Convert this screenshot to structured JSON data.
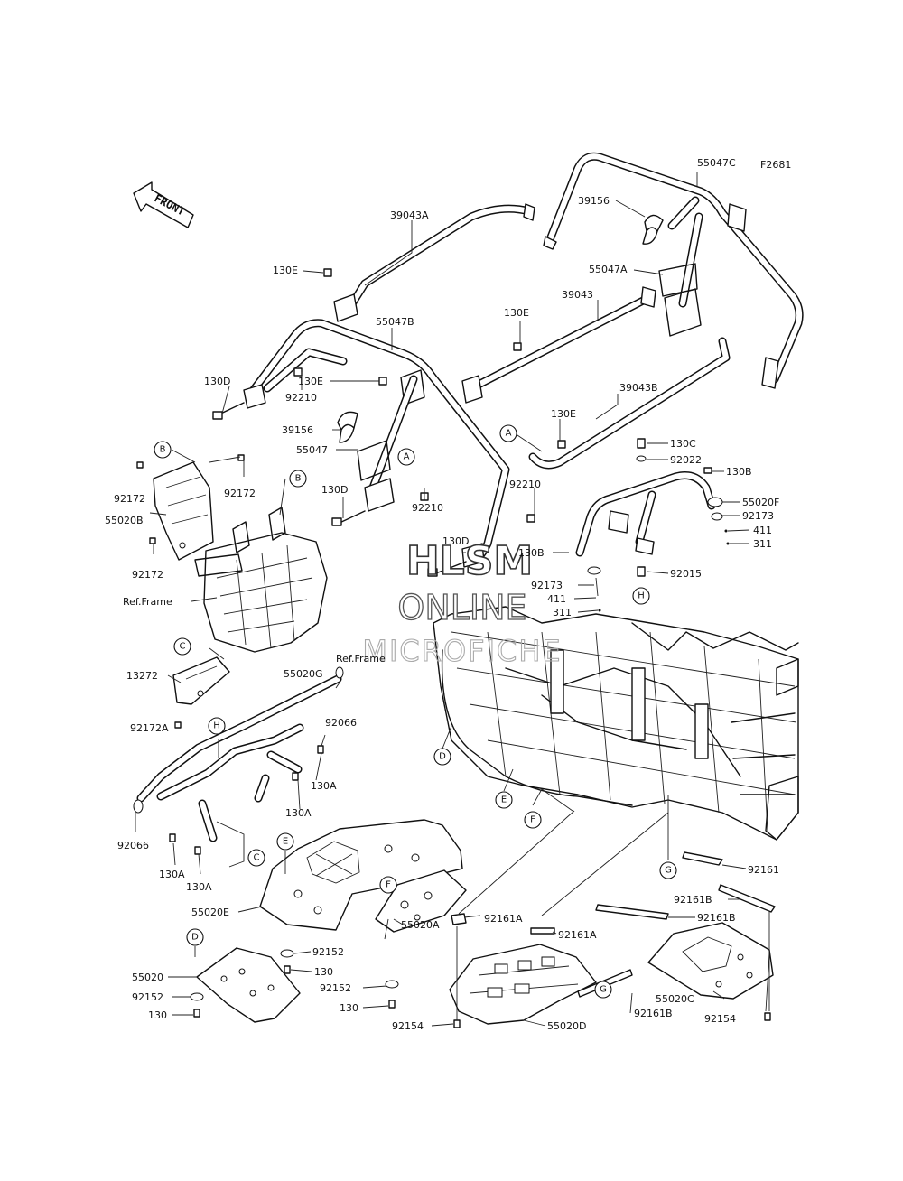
{
  "figure_code": "F2681",
  "front_label": "FRONT",
  "ref_frame_label": "Ref.Frame",
  "watermark": {
    "line1": "HLSM",
    "line2": "ONLINE",
    "line3": "MICROFICHE"
  },
  "reference_circles": [
    "A",
    "B",
    "C",
    "D",
    "E",
    "F",
    "G",
    "H"
  ],
  "part_labels": {
    "p55047C": "55047C",
    "p39043A": "39043A",
    "p39156_top": "39156",
    "p130E_1": "130E",
    "p55047A": "55047A",
    "p39043": "39043",
    "p55047B": "55047B",
    "p130E_2": "130E",
    "p130D_1": "130D",
    "p92210_1": "92210",
    "p130E_3": "130E",
    "p39043B": "39043B",
    "p39156_mid": "39156",
    "p55047": "55047",
    "p130E_4": "130E",
    "p130C": "130C",
    "p92022": "92022",
    "p130B_1": "130B",
    "p92172_1": "92172",
    "p92172_2": "92172",
    "p55020B": "55020B",
    "p92172_3": "92172",
    "p130D_2": "130D",
    "p92210_2": "92210",
    "p92210_3": "92210",
    "p55020F": "55020F",
    "p92173_1": "92173",
    "p411_1": "411",
    "p311_1": "311",
    "p130D_3": "130D",
    "p130B_2": "130B",
    "p92015": "92015",
    "p92173_2": "92173",
    "p411_2": "411",
    "p311_2": "311",
    "p13272": "13272",
    "p55020G": "55020G",
    "p92172A": "92172A",
    "p92066_1": "92066",
    "p130A_1": "130A",
    "p130A_2": "130A",
    "p92066_2": "92066",
    "p130A_3": "130A",
    "p130A_4": "130A",
    "p55020E": "55020E",
    "p92161": "92161",
    "p92161B_1": "92161B",
    "p92161A_1": "92161A",
    "p92161A_2": "92161A",
    "p92161B_2": "92161B",
    "p92152_1": "92152",
    "p55020A": "55020A",
    "p130_1": "130",
    "p55020": "55020",
    "p92152_2": "92152",
    "p92152_3": "92152",
    "p92161B_3": "92161B",
    "p55020C": "55020C",
    "p130_2": "130",
    "p130_3": "130",
    "p92154_1": "92154",
    "p55020D": "55020D",
    "p92154_2": "92154"
  }
}
